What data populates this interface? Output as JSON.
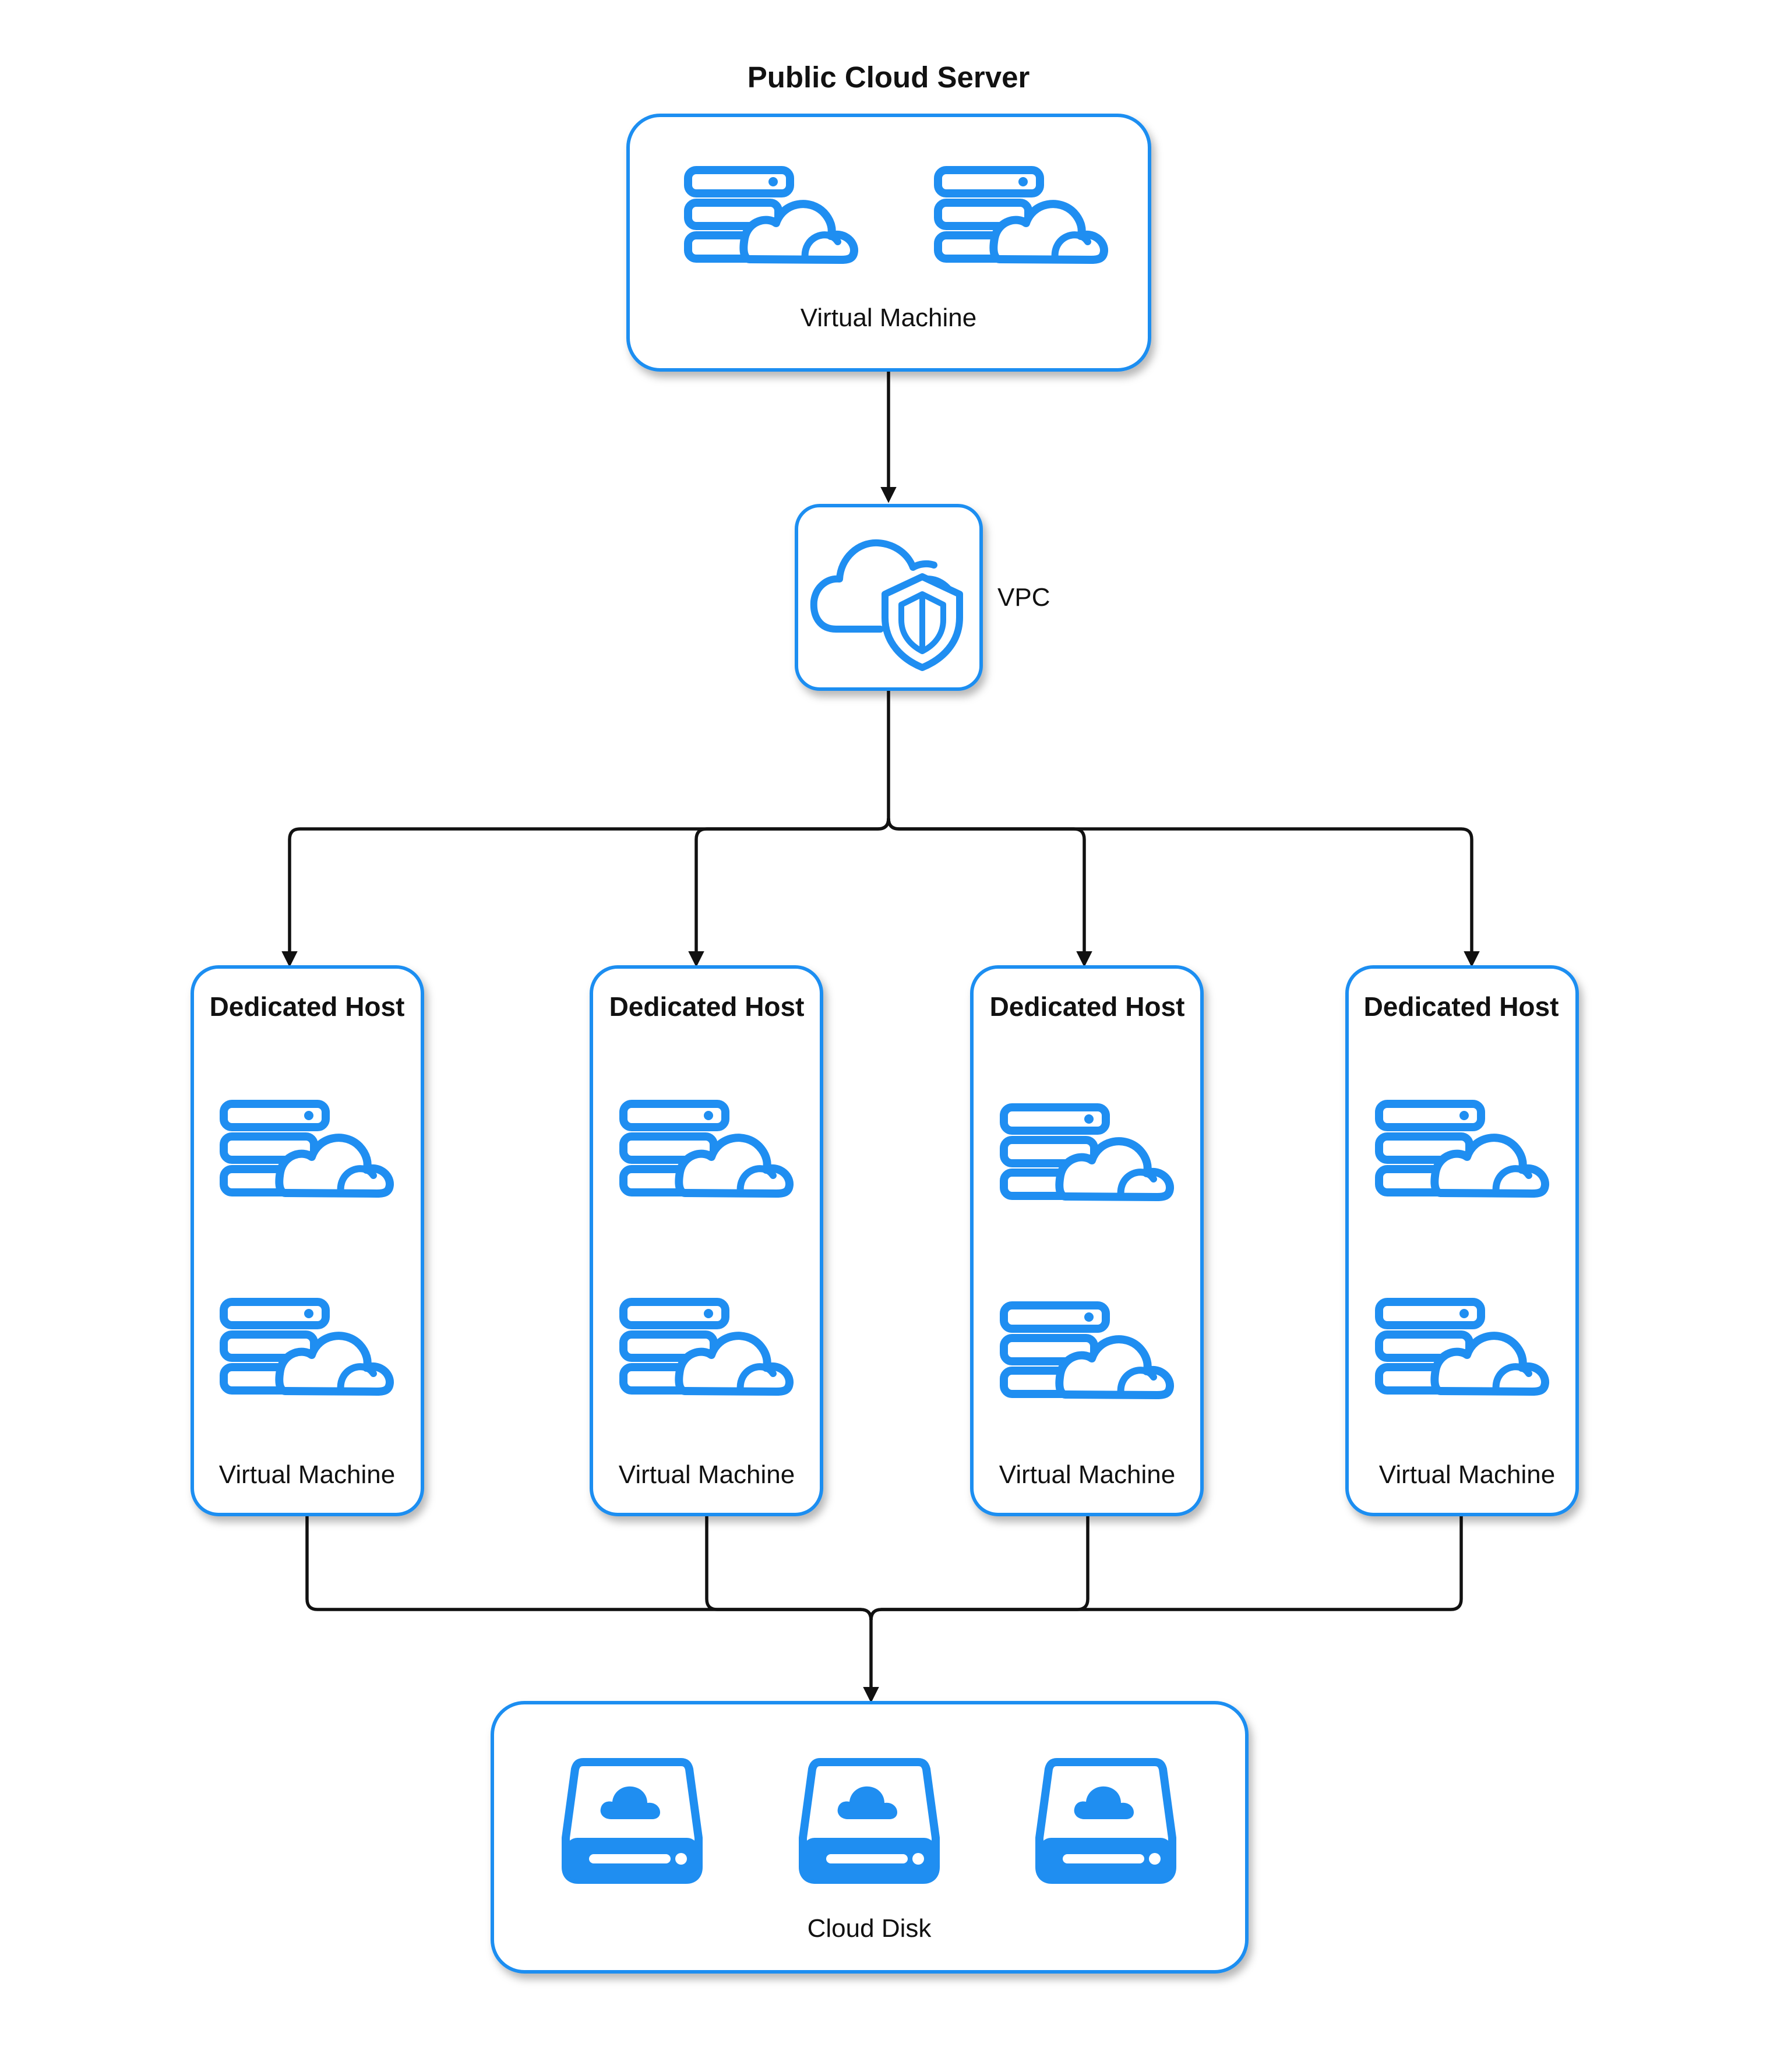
{
  "colors": {
    "accent": "#1f8ef1",
    "connector": "#111111",
    "text": "#111111",
    "background": "#ffffff"
  },
  "public_cloud": {
    "title": "Public Cloud Server",
    "label": "Virtual Machine",
    "icons": [
      "server-cloud-icon",
      "server-cloud-icon"
    ]
  },
  "vpc": {
    "label": "VPC",
    "icon": "cloud-shield-icon"
  },
  "hosts": [
    {
      "title": "Dedicated Host",
      "label": "Virtual Machine",
      "icons": [
        "server-cloud-icon",
        "server-cloud-icon"
      ]
    },
    {
      "title": "Dedicated Host",
      "label": "Virtual Machine",
      "icons": [
        "server-cloud-icon",
        "server-cloud-icon"
      ]
    },
    {
      "title": "Dedicated Host",
      "label": "Virtual Machine",
      "icons": [
        "server-cloud-icon",
        "server-cloud-icon"
      ]
    },
    {
      "title": "Dedicated Host",
      "label": "Virtual Machine",
      "icons": [
        "server-cloud-icon",
        "server-cloud-icon"
      ]
    }
  ],
  "cloud_disk": {
    "label": "Cloud Disk",
    "icons": [
      "cloud-disk-icon",
      "cloud-disk-icon",
      "cloud-disk-icon"
    ]
  }
}
